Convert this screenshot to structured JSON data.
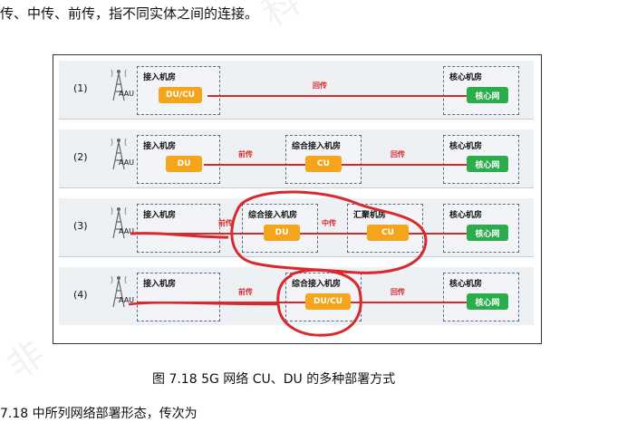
{
  "top_text": "传、中传、前传，指不同实体之间的连接。",
  "caption": "图 7.18 5G 网络 CU、DU 的多种部署方式",
  "bottom_text": "7.18 中所列网络部署形态，传次为",
  "aau_label": "AAU",
  "rows": [
    {
      "label": "(1)",
      "rooms": [
        "接入机房",
        "核心机房"
      ],
      "boxes": [
        "DU/CU",
        "核心网"
      ],
      "links": [
        "回传"
      ]
    },
    {
      "label": "(2)",
      "rooms": [
        "接入机房",
        "综合接入机房",
        "核心机房"
      ],
      "boxes": [
        "DU",
        "CU",
        "核心网"
      ],
      "links": [
        "前传",
        "回传"
      ]
    },
    {
      "label": "(3)",
      "rooms": [
        "接入机房",
        "综合接入机房",
        "汇聚机房",
        "核心机房"
      ],
      "boxes": [
        "DU",
        "CU",
        "核心网"
      ],
      "links": [
        "前传",
        "中传"
      ]
    },
    {
      "label": "(4)",
      "rooms": [
        "接入机房",
        "综合接入机房",
        "核心机房"
      ],
      "boxes": [
        "DU/CU",
        "核心网"
      ],
      "links": [
        "前传",
        "回传"
      ]
    }
  ]
}
